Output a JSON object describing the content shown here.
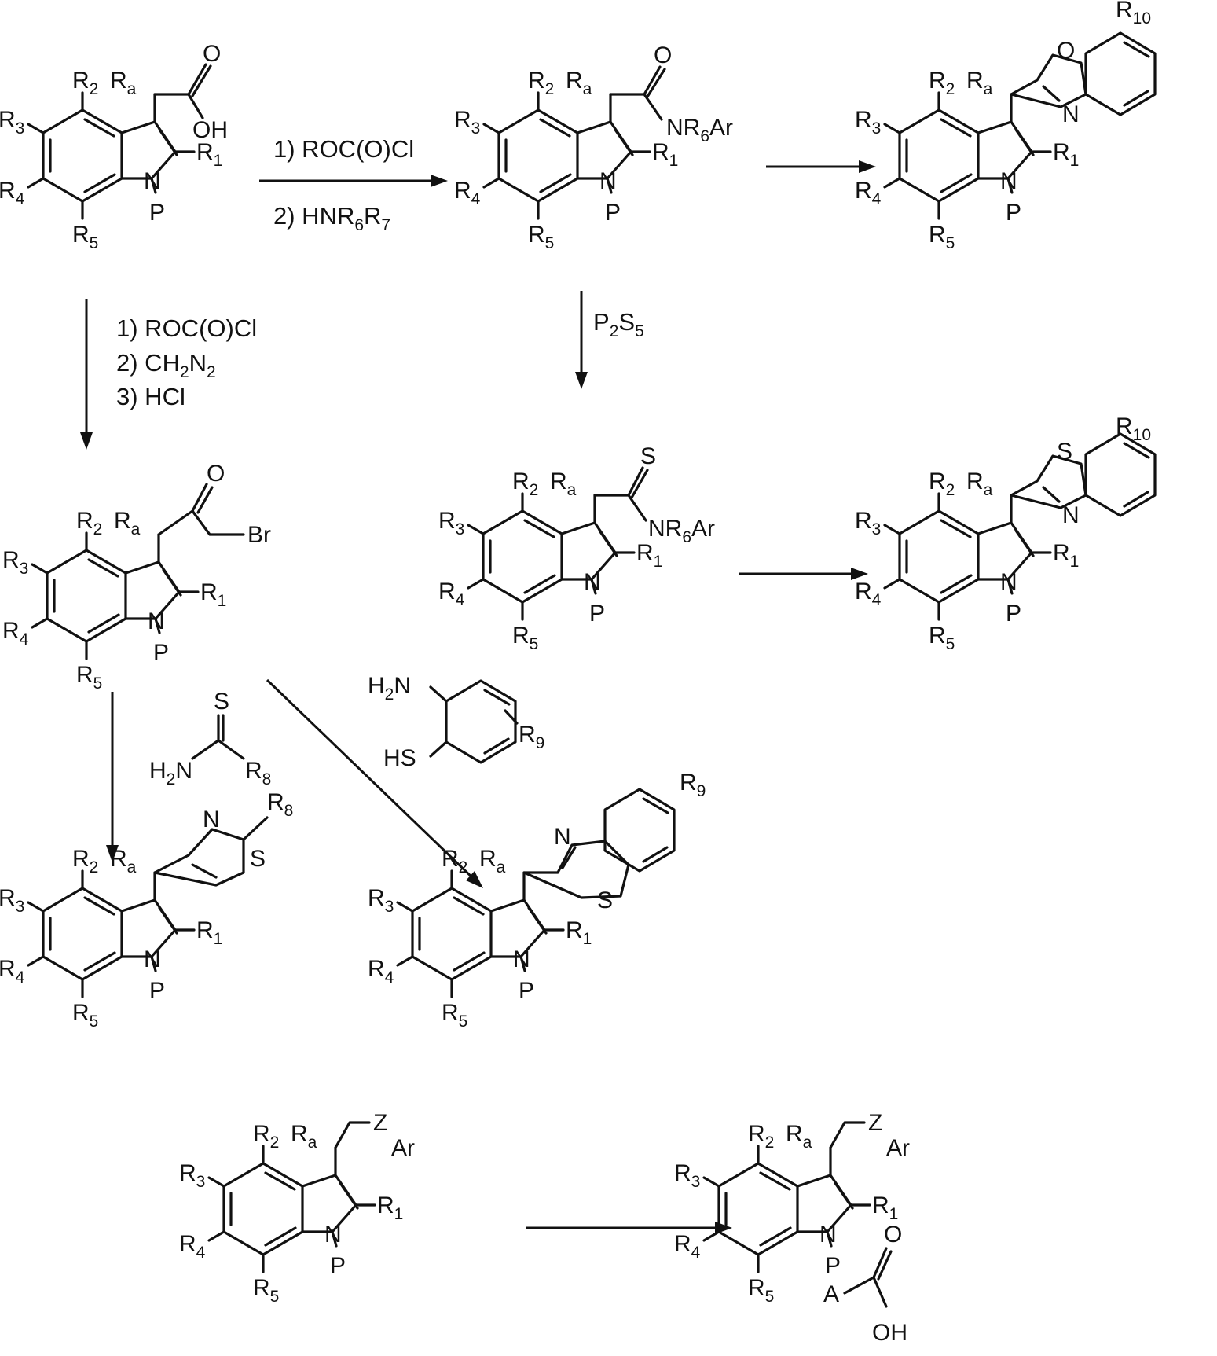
{
  "indole": {
    "R1": [
      "R",
      "1"
    ],
    "R2": [
      "R",
      "2"
    ],
    "R3": [
      "R",
      "3"
    ],
    "R4": [
      "R",
      "4"
    ],
    "R5": [
      "R",
      "5"
    ],
    "N": "N",
    "P": "P"
  },
  "side": {
    "Ra": [
      "R",
      "a"
    ],
    "O": "O",
    "OH": "OH",
    "S": "S",
    "N": "N",
    "Br": "Br",
    "NR6Ar": [
      "NR",
      "6",
      "Ar"
    ],
    "R8": [
      "R",
      "8"
    ],
    "R9": [
      "R",
      "9"
    ],
    "R10": [
      "R",
      "10"
    ],
    "Z": "Z",
    "Ar": "Ar",
    "A": "A",
    "H2N": [
      "H",
      "2",
      "N"
    ],
    "HS": "HS"
  },
  "reagents": {
    "top_1": "1)  ROC(O)Cl",
    "top_2": [
      "2)  HNR",
      "6",
      "R",
      "7"
    ],
    "left_1": "1) ROC(O)Cl",
    "left_2": [
      "2) CH",
      "2",
      "N",
      "2"
    ],
    "left_3": "3) HCl",
    "mid": [
      "P",
      "2",
      "S",
      "5"
    ]
  }
}
